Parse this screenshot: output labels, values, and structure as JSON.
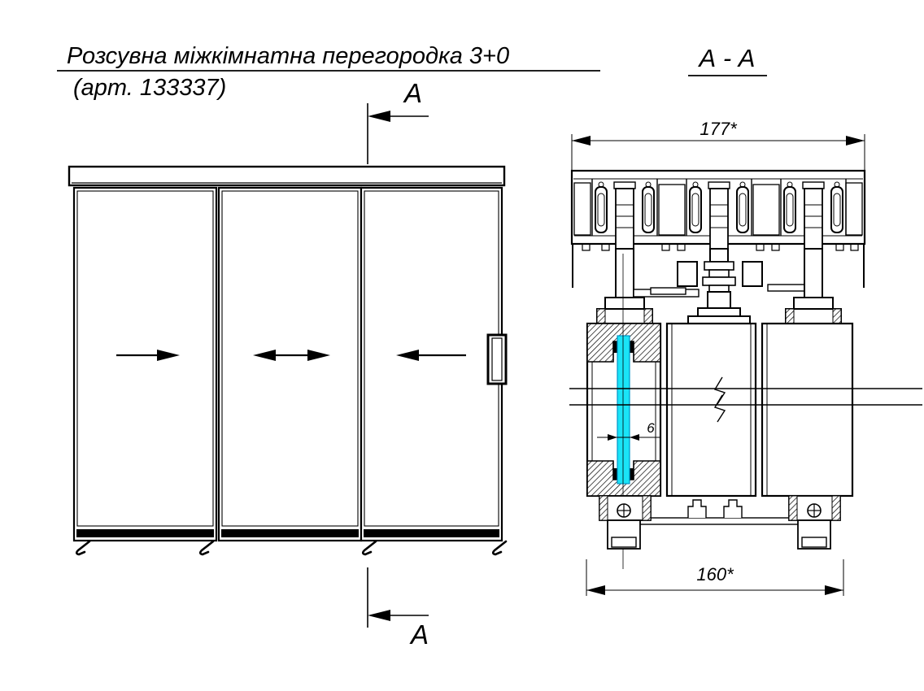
{
  "title": {
    "line1": "Розсувна міжкімнатна перегородка 3+0",
    "line2": "(арт. 133337)"
  },
  "section": {
    "label": "А - А",
    "cut_marker": "А"
  },
  "dimensions": {
    "track_width": "177*",
    "bottom_width": "160*",
    "glass_thickness": "6"
  },
  "front_view": {
    "panel_count": 3,
    "panel_arrows": [
      "arrow-right",
      "arrow-left-right",
      "arrow-left"
    ],
    "hardware": [
      "door-handle",
      "floor-guide-feet"
    ]
  },
  "section_view": {
    "parts": [
      "top-track-profile",
      "roller-carriage",
      "hanger-bolt",
      "panel-cross-section",
      "glass-pane",
      "bottom-guide-foot",
      "fixing-screw"
    ],
    "break_symbol": "horizontal-break-lines"
  },
  "colors": {
    "line": "#000000",
    "glass": "#1ae4f7",
    "glass_edge": "#0094c8",
    "background": "#ffffff"
  }
}
